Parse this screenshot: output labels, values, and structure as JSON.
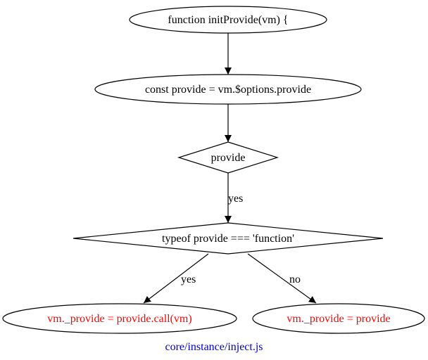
{
  "nodes": {
    "start": {
      "label": "function initProvide(vm) {",
      "shape": "ellipse",
      "text_color": "#000000"
    },
    "assign": {
      "label": "const provide = vm.$options.provide",
      "shape": "ellipse",
      "text_color": "#000000"
    },
    "check_provide": {
      "label": "provide",
      "shape": "diamond",
      "text_color": "#000000"
    },
    "check_type": {
      "label": "typeof provide === 'function'",
      "shape": "diamond",
      "text_color": "#000000"
    },
    "call_branch": {
      "label": "vm._provide = provide.call(vm)",
      "shape": "ellipse",
      "text_color": "#ff0000"
    },
    "direct_branch": {
      "label": "vm._provide = provide",
      "shape": "ellipse",
      "text_color": "#ff0000"
    }
  },
  "edges": {
    "check_provide_to_type": {
      "label": "yes"
    },
    "type_to_call": {
      "label": "yes"
    },
    "type_to_direct": {
      "label": "no"
    }
  },
  "footer": {
    "label": "core/instance/inject.js",
    "color": "#0000cc"
  }
}
